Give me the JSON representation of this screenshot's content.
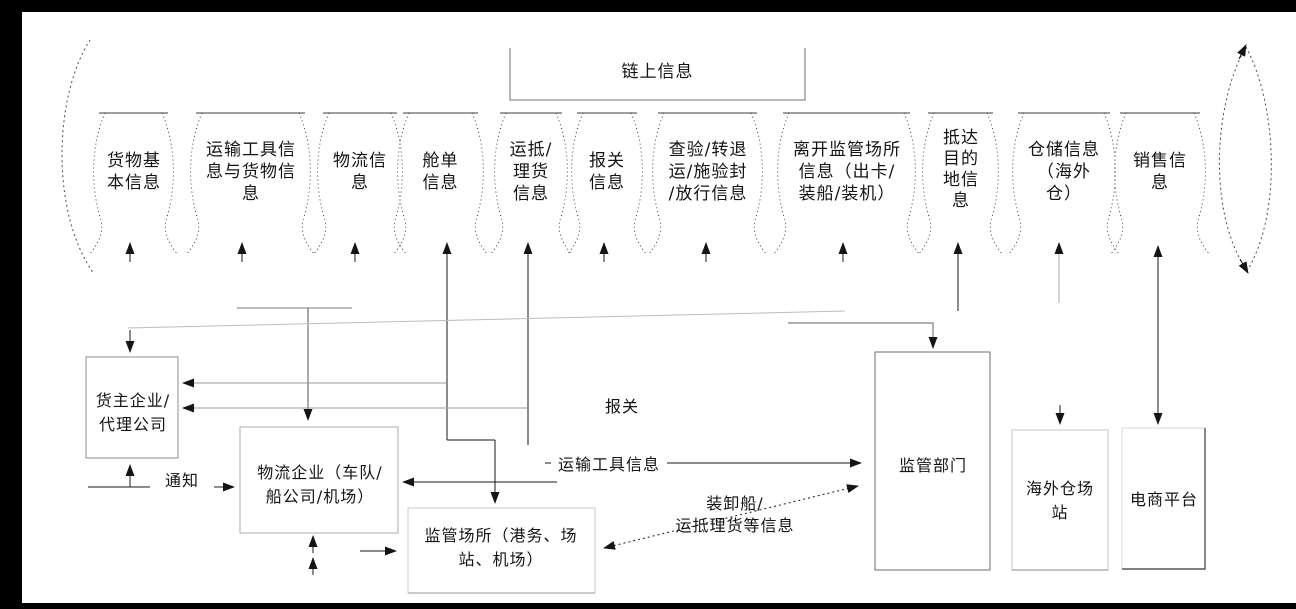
{
  "diagram": {
    "title": "链上信息",
    "banners": [
      {
        "id": "cargo-basic-info",
        "label": "货物基\n本信息"
      },
      {
        "id": "transport-cargo-info",
        "label": "运输工具信\n息与货物信\n息"
      },
      {
        "id": "logistics-info",
        "label": "物流信\n息"
      },
      {
        "id": "manifest-info",
        "label": "舱单\n信息"
      },
      {
        "id": "arrival-tally-info",
        "label": "运抵/\n理货\n信息"
      },
      {
        "id": "customs-info",
        "label": "报关\n信息"
      },
      {
        "id": "inspection-release-info",
        "label": "查验/转退\n运/施验封\n/放行信息"
      },
      {
        "id": "leave-supervision-info",
        "label": "离开监管场所\n信息（出卡/\n装船/装机）"
      },
      {
        "id": "destination-info",
        "label": "抵达\n目的\n地信\n息"
      },
      {
        "id": "warehouse-info",
        "label": "仓储信息\n（海外\n仓）"
      },
      {
        "id": "sales-info",
        "label": "销售信\n息"
      }
    ],
    "entities": {
      "cargo_owner": "货主企业/\n代理公司",
      "logistics_company": "物流企业（车队/\n船公司/机场）",
      "supervision_site": "监管场所（港务、场\n站、机场）",
      "supervision_dept": "监管部门",
      "overseas_warehouse": "海外仓场\n站",
      "ecommerce_platform": "电商平台"
    },
    "flow_labels": {
      "notify": "通知",
      "customs_declaration": "报关",
      "transport_info": "运输工具信息",
      "loading_tally_info": "装卸船/\n运抵理货等信息"
    }
  }
}
